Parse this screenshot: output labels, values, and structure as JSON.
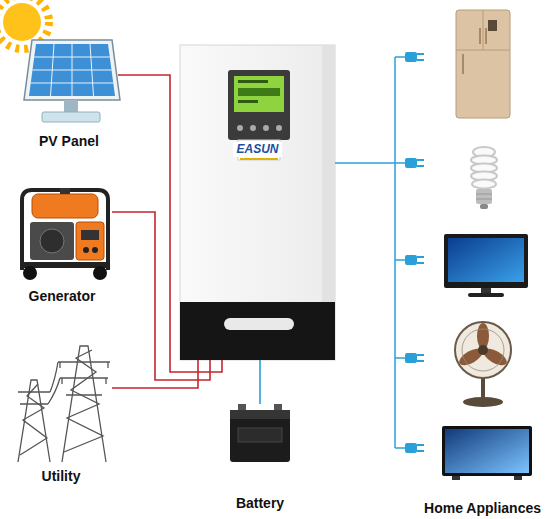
{
  "diagram": {
    "nodes": [
      {
        "text": [
          "PV Panel"
        ]
      },
      {
        "text": [
          "Generator"
        ]
      },
      {
        "text": [
          "Utility"
        ]
      },
      {
        "text": [
          "EASUN"
        ]
      },
      {
        "text": [
          "Battery"
        ]
      },
      {
        "text": [
          "Home Appliances"
        ]
      }
    ],
    "edges": [
      {
        "from": 0,
        "to": 3,
        "arrow": "none"
      },
      {
        "from": 1,
        "to": 3,
        "arrow": "none"
      },
      {
        "from": 2,
        "to": 3,
        "arrow": "none"
      },
      {
        "from": 4,
        "to": 3,
        "arrow": "none"
      },
      {
        "from": 3,
        "to": 5,
        "arrow": "none"
      }
    ]
  }
}
